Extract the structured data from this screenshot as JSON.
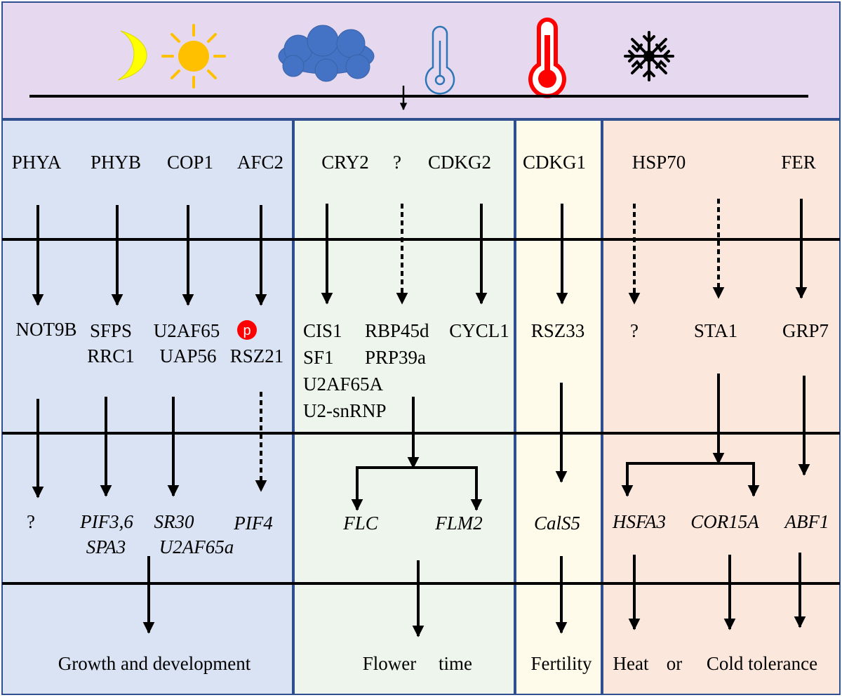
{
  "colors": {
    "top_panel": "#e6d9ef",
    "panel_light": "#dae3f3",
    "panel_flower": "#eef5ec",
    "panel_fertility": "#fffbea",
    "panel_stress": "#fce7dc",
    "border": "#2f4f8f",
    "moon": "#ffff00",
    "sun": "#ffc000",
    "cloud": "#4472c4",
    "thermo_cold": "#2e75b6",
    "thermo_hot": "#ff0000",
    "snowflake": "#000000",
    "phospho": "#ff0000"
  },
  "icons": [
    "moon-icon",
    "sun-icon",
    "cloud-icon",
    "thermometer-cold-icon",
    "thermometer-hot-icon",
    "snowflake-icon"
  ],
  "sensors": {
    "phya": "PHYA",
    "phyb": "PHYB",
    "cop1": "COP1",
    "afc2": "AFC2",
    "cry2": "CRY2",
    "q1": "?",
    "cdkg2": "CDKG2",
    "cdkg1": "CDKG1",
    "hsp70": "HSP70",
    "fer": "FER"
  },
  "splicing_factors": {
    "not9b": "NOT9B",
    "sfps": "SFPS",
    "rrc1": "RRC1",
    "u2af65": "U2AF65",
    "uap56": "UAP56",
    "phospho": "p",
    "rsz21": "RSZ21",
    "cis1": "CIS1",
    "sf1": "SF1",
    "u2af65a_cap": "U2AF65A",
    "u2snrnp": "U2-snRNP",
    "rbp45d": "RBP45d",
    "prp39a": "PRP39a",
    "cycl1": "CYCL1",
    "rsz33": "RSZ33",
    "q2": "?",
    "sta1": "STA1",
    "grp7": "GRP7"
  },
  "targets": {
    "q3": "?",
    "pif36": "PIF3,6",
    "spa3": "SPA3",
    "sr30": "SR30",
    "u2af65a": "U2AF65a",
    "pif4": "PIF4",
    "flc": "FLC",
    "flm2": "FLM2",
    "cals5": "CalS5",
    "hsfa3": "HSFA3",
    "cor15a": "COR15A",
    "abf1": "ABF1"
  },
  "outcomes": {
    "growth": "Growth and development",
    "flower": "Flower",
    "flower_time": "time",
    "fertility": "Fertility",
    "heat": "Heat",
    "or": "or",
    "cold": "Cold tolerance"
  }
}
